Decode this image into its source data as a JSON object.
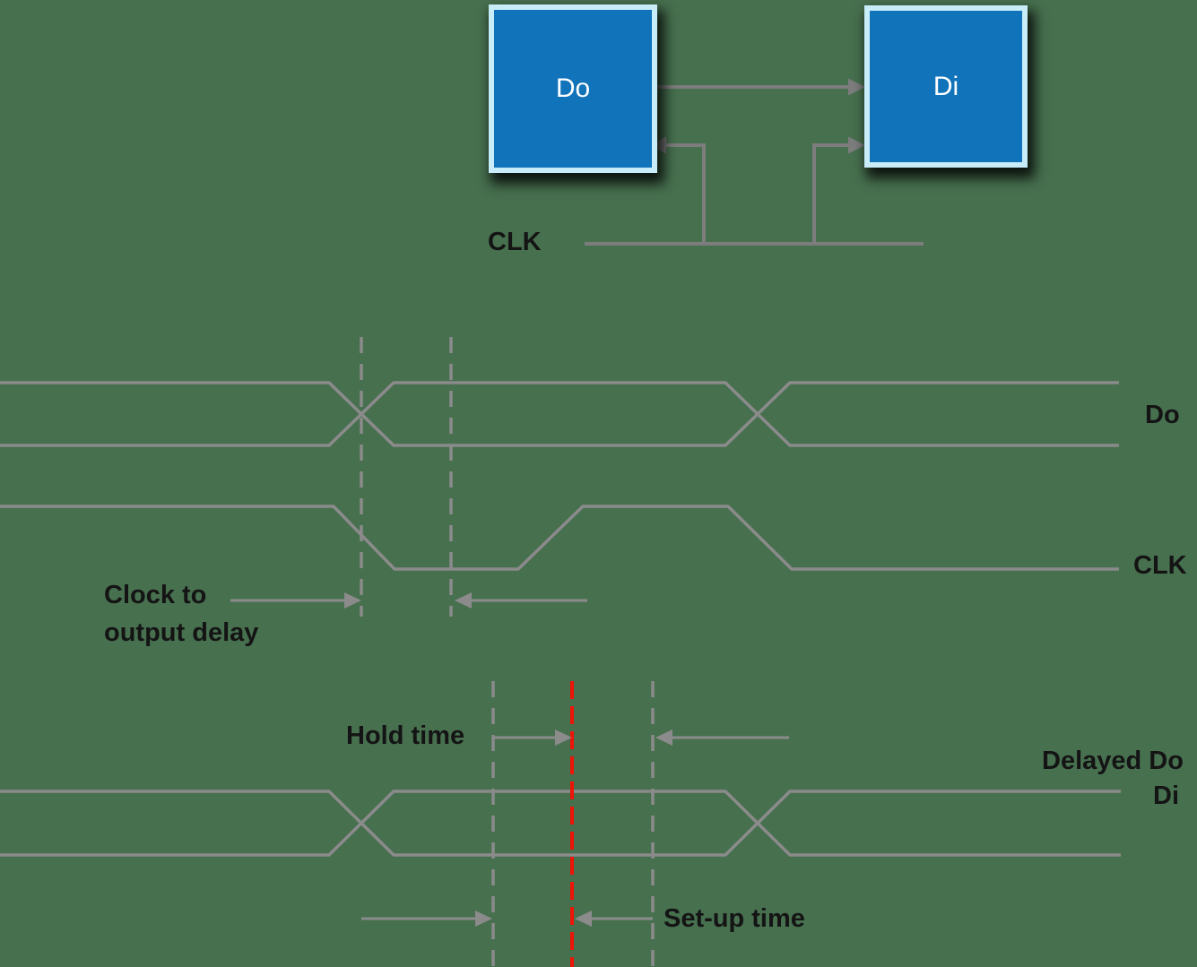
{
  "colors": {
    "background": "#47704f",
    "box_fill": "#1173ba",
    "box_border": "#c8edf9",
    "box_text": "#ffffff",
    "wire_gray": "#7d7d7d",
    "wave_gray": "#8b8b8b",
    "label_black": "#141414",
    "clock_edge_red": "#ee1407"
  },
  "block_diagram": {
    "do_label": "Do",
    "di_label": "Di",
    "clk_label": "CLK"
  },
  "waveform_labels": {
    "do": "Do",
    "clk": "CLK",
    "delayed_do": "Delayed Do",
    "di": "Di"
  },
  "annotations": {
    "clock_to_output_delay_line1": "Clock to",
    "clock_to_output_delay_line2": "output delay",
    "hold_time": "Hold time",
    "setup_time": "Set-up time"
  }
}
